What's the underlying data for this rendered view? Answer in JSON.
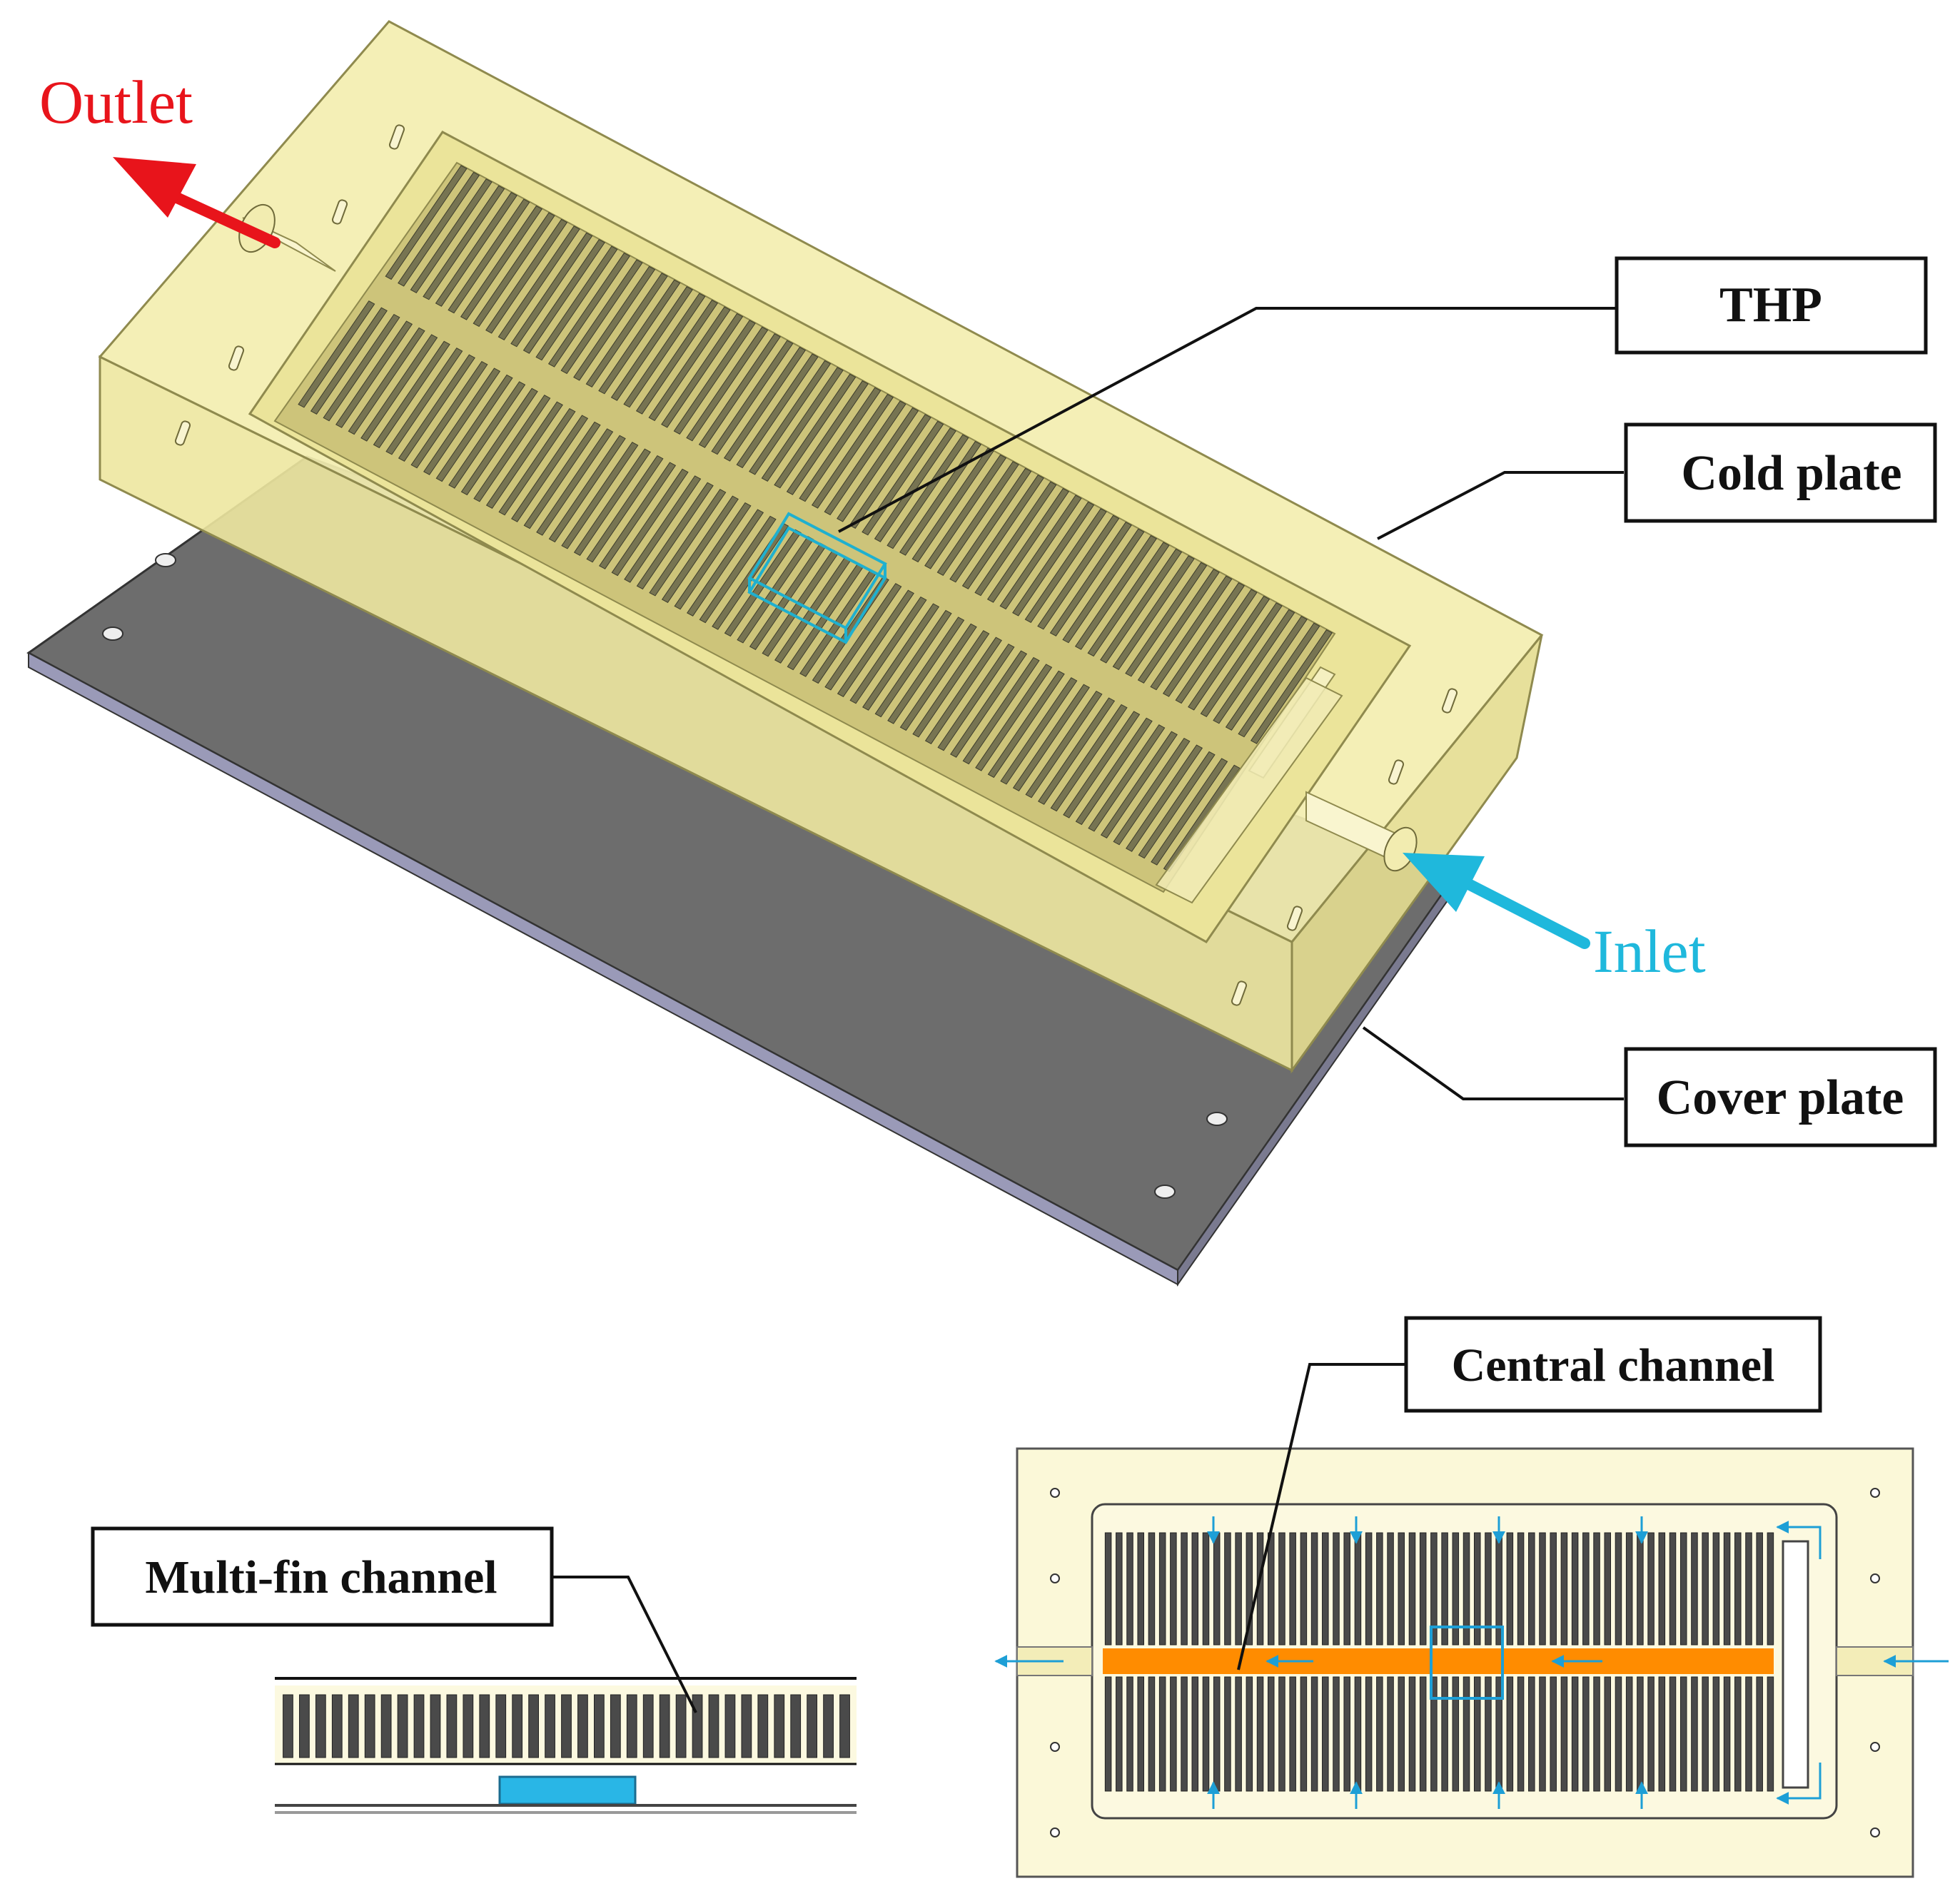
{
  "labels": {
    "outlet": "Outlet",
    "inlet": "Inlet",
    "thp": "THP",
    "cold_plate": "Cold plate",
    "cover_plate": "Cover plate",
    "central_channel": "Central channel",
    "multi_fin_channel": "Multi-fin channel"
  },
  "colors": {
    "outlet_arrow": "#e8141b",
    "inlet_arrow": "#1fb8dc",
    "cold_plate_fill": "#f3eeb0",
    "cold_plate_edge": "#8f8a4e",
    "cover_plate_fill": "#6d6d6d",
    "fin_fill": "#5a5a46",
    "central_channel_fill": "#ff8c00",
    "flow_arrow": "#1d9fd6",
    "heat_source": "#29b6e6"
  },
  "counts": {
    "fins_per_row_top_view": 62,
    "fins_section_view": 35
  }
}
